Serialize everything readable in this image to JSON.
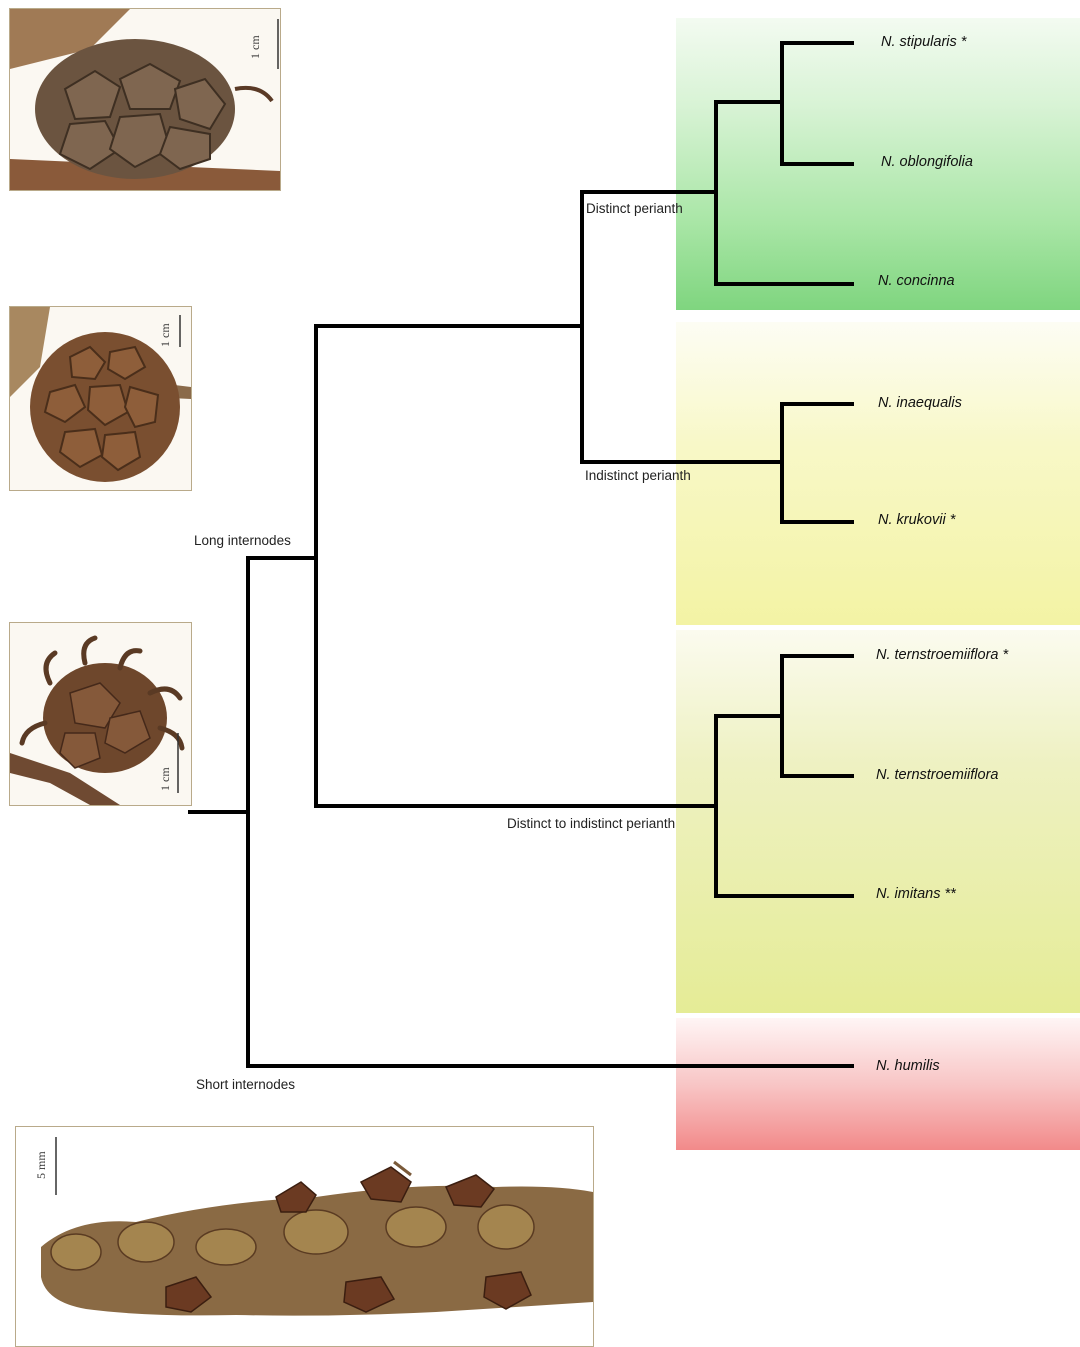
{
  "clade_labels": {
    "distinct": "Distinct perianth",
    "indistinct": "Indistinct perianth",
    "long": "Long internodes",
    "distinct_indistinct": "Distinct to indistinct perianth",
    "short": "Short internodes"
  },
  "taxa": {
    "stipularis": "N. stipularis *",
    "oblongifolia": "N. oblongifolia",
    "concinna": "N. concinna",
    "inaequalis": "N. inaequalis",
    "krukovii": "N. krukovii *",
    "ternstroemiiflora_star": "N. ternstroemiiflora *",
    "ternstroemiiflora": "N. ternstroemiiflora",
    "imitans": "N. imitans **",
    "humilis": "N. humilis"
  },
  "scale_bars": {
    "photo1": "1 cm",
    "photo2": "1 cm",
    "photo3": "1 cm",
    "photo4": "5 mm"
  },
  "colors": {
    "green_band": "#7fd57f",
    "yellow_band": "#f3f3a4",
    "olive_band": "#e5ec96",
    "red_band": "#f28a8a",
    "tree_line": "#000000"
  }
}
